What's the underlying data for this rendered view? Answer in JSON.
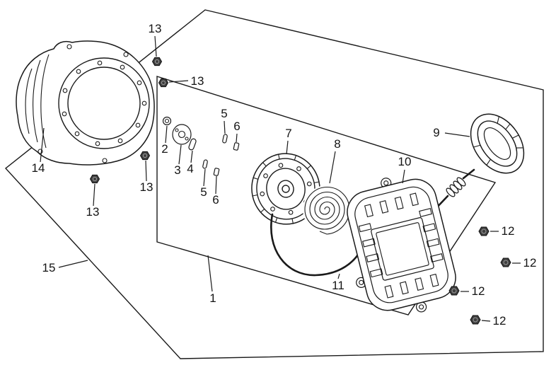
{
  "diagram": {
    "type": "exploded-parts-diagram",
    "background": "#ffffff",
    "ink": "#1a1a1a"
  },
  "parts": {
    "p1": "1",
    "p2": "2",
    "p3": "3",
    "p4": "4",
    "p5": "5",
    "p6": "6",
    "p7": "7",
    "p8": "8",
    "p9": "9",
    "p10": "10",
    "p11": "11",
    "p12": "12",
    "p13": "13",
    "p14": "14",
    "p15": "15"
  }
}
